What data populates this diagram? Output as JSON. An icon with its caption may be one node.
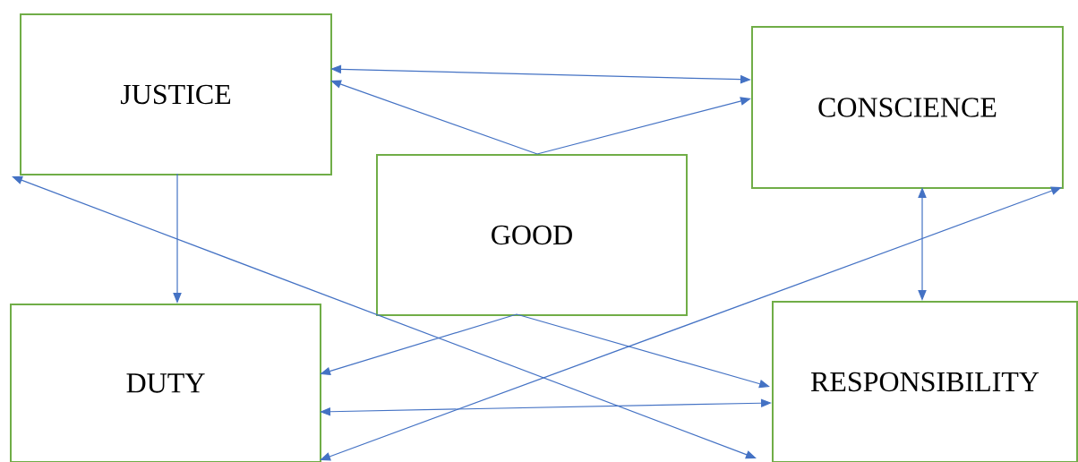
{
  "diagram": {
    "nodes": [
      {
        "text": [
          "JUSTICE"
        ]
      },
      {
        "text": [
          "CONSCIENCE"
        ]
      },
      {
        "text": [
          "GOOD"
        ]
      },
      {
        "text": [
          "DUTY"
        ]
      },
      {
        "text": [
          "RESPONSIBILITY"
        ]
      }
    ],
    "edges": [
      {
        "from": 0,
        "to": 1,
        "arrow": "both"
      },
      {
        "from": 2,
        "to": 0,
        "arrow": "to"
      },
      {
        "from": 2,
        "to": 1,
        "arrow": "to"
      },
      {
        "from": 0,
        "to": 3,
        "arrow": "to"
      },
      {
        "from": 0,
        "to": 4,
        "arrow": "both"
      },
      {
        "from": 1,
        "to": 4,
        "arrow": "both"
      },
      {
        "from": 2,
        "to": 3,
        "arrow": "to"
      },
      {
        "from": 2,
        "to": 4,
        "arrow": "to"
      },
      {
        "from": 3,
        "to": 4,
        "arrow": "both"
      },
      {
        "from": 3,
        "to": 1,
        "arrow": "both"
      }
    ]
  }
}
